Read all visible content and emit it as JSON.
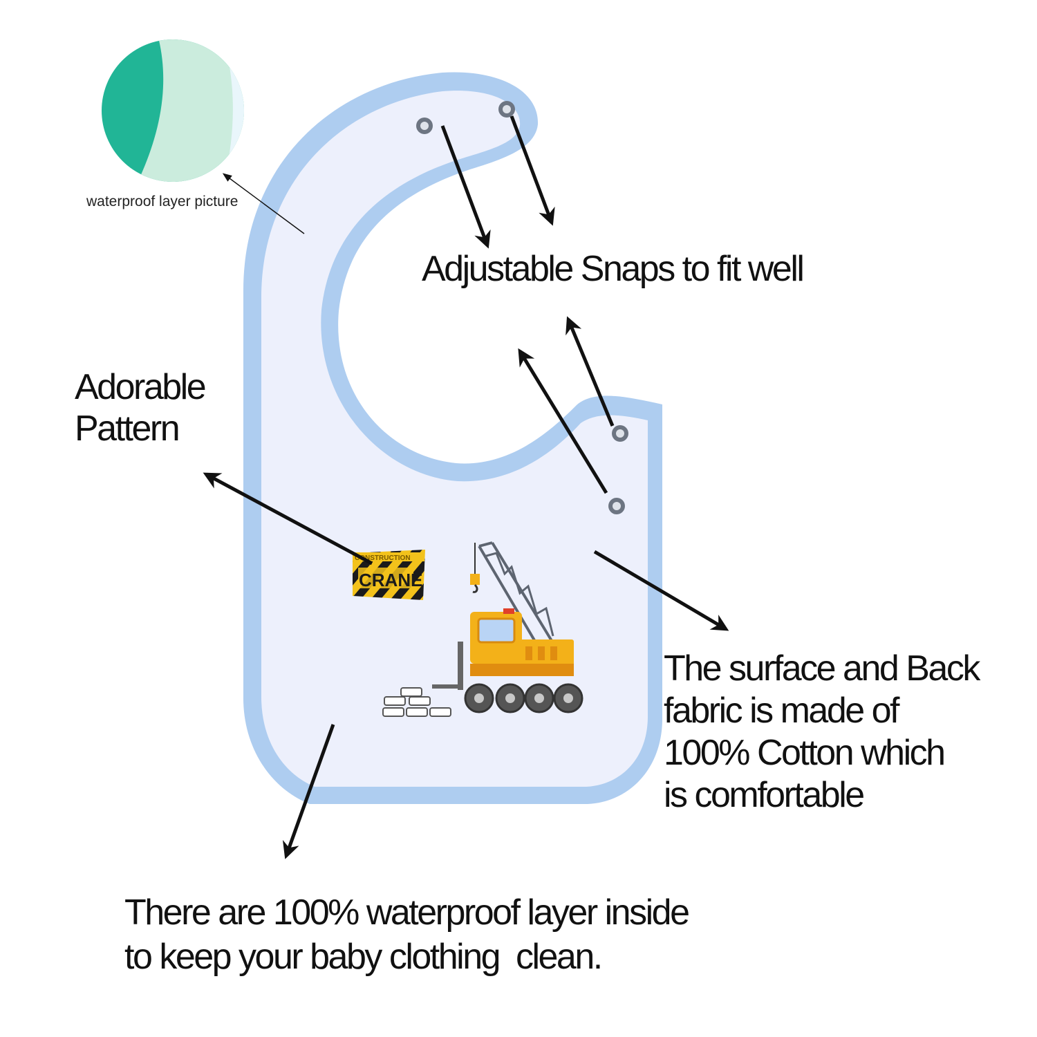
{
  "colors": {
    "bib_fill": "#edf0fc",
    "bib_edge": "#aecdf0",
    "waterproof_teal": "#1fb394",
    "waterproof_mint": "#c9ead9",
    "crane_yellow": "#f3b119",
    "arrow": "#111111"
  },
  "icons": [
    "snap-button-icon",
    "crane-truck-icon",
    "brick-pile-icon",
    "construction-sign-icon"
  ],
  "labels": {
    "waterproof_picture": "waterproof layer picture",
    "snaps": "Adjustable Snaps to fit well",
    "pattern_line1": "Adorable",
    "pattern_line2": "Pattern",
    "fabric_line1": "The surface and Back",
    "fabric_line2": "fabric is made of",
    "fabric_line3": "100% Cotton which",
    "fabric_line4": "is comfortable",
    "waterproof_line1": "There are 100% waterproof layer inside",
    "waterproof_line2": "to keep your baby clothing  clean."
  },
  "sign": {
    "line1": "CONSTRUCTION",
    "line2": "CRANE"
  }
}
